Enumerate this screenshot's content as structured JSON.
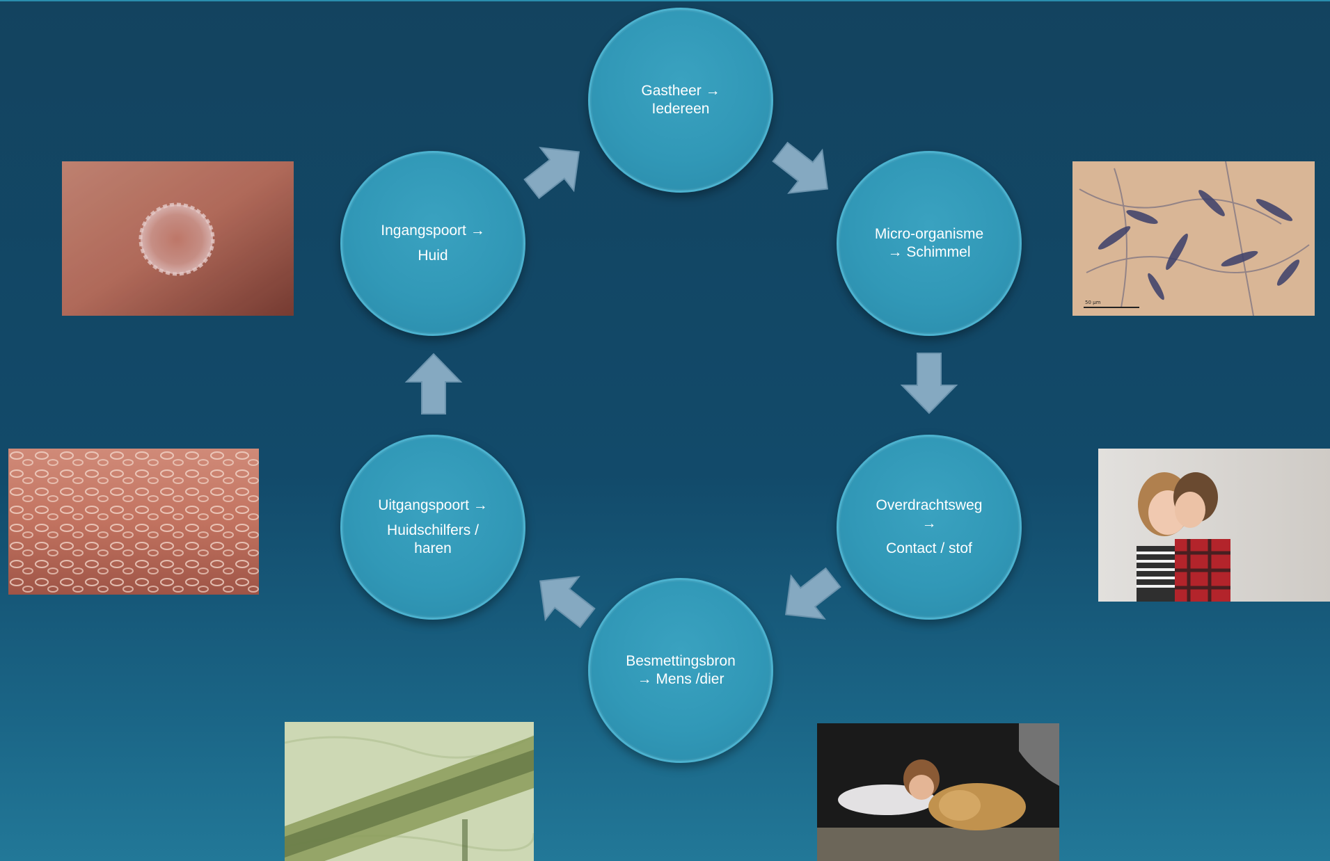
{
  "nodes": {
    "gastheer": {
      "line1": "Gastheer →",
      "line2": "Iedereen"
    },
    "micro": {
      "line1": "Micro-organisme",
      "line2": "→ Schimmel"
    },
    "overdracht": {
      "line1": "Overdrachtsweg",
      "line2": "→",
      "line3": "Contact / stof"
    },
    "besmetting": {
      "line1": "Besmettingsbron",
      "line2": "→ Mens /dier"
    },
    "uitgang": {
      "line1": "Uitgangspoort →",
      "line2": "Huidschilfers /",
      "line3": "haren"
    },
    "ingang": {
      "line1": "Ingangspoort →",
      "line2": "Huid"
    }
  },
  "photos": {
    "microscope_scale": "50 µm"
  },
  "colors": {
    "background": "#13435f",
    "node_fill": "#3198b7",
    "node_border": "#4cb2cf",
    "arrow_fill": "#85a9c1"
  },
  "icons": [
    "arrow-icon"
  ]
}
